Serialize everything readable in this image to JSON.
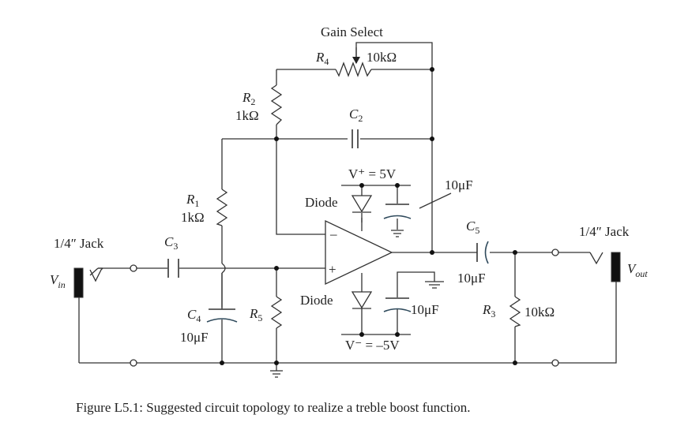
{
  "figure": {
    "caption": "Figure L5.1: Suggested circuit topology to realize a treble boost function."
  },
  "labels": {
    "gain_select": "Gain Select",
    "r4": {
      "name": "R",
      "sub": "4",
      "value": "10kΩ"
    },
    "r2": {
      "name": "R",
      "sub": "2",
      "value": "1kΩ"
    },
    "c2": {
      "name": "C",
      "sub": "2"
    },
    "r1": {
      "name": "R",
      "sub": "1",
      "value": "1kΩ"
    },
    "c3": {
      "name": "C",
      "sub": "3"
    },
    "c4": {
      "name": "C",
      "sub": "4",
      "value": "10μF"
    },
    "r5": {
      "name": "R",
      "sub": "5"
    },
    "c5": {
      "name": "C",
      "sub": "5",
      "value": "10μF"
    },
    "r3": {
      "name": "R",
      "sub": "3",
      "value": "10kΩ"
    },
    "vplus": "V⁺ = 5V",
    "vminus": "V⁻ = –5V",
    "diode_top": "Diode",
    "diode_bottom": "Diode",
    "cap_top_value": "10μF",
    "cap_bottom_value": "10μF",
    "opamp_minus": "–",
    "opamp_plus": "+",
    "jack_in": "1/4″ Jack",
    "jack_out": "1/4″ Jack",
    "vin": {
      "name": "V",
      "sub": "in"
    },
    "vout": {
      "name": "V",
      "sub": "out"
    }
  }
}
